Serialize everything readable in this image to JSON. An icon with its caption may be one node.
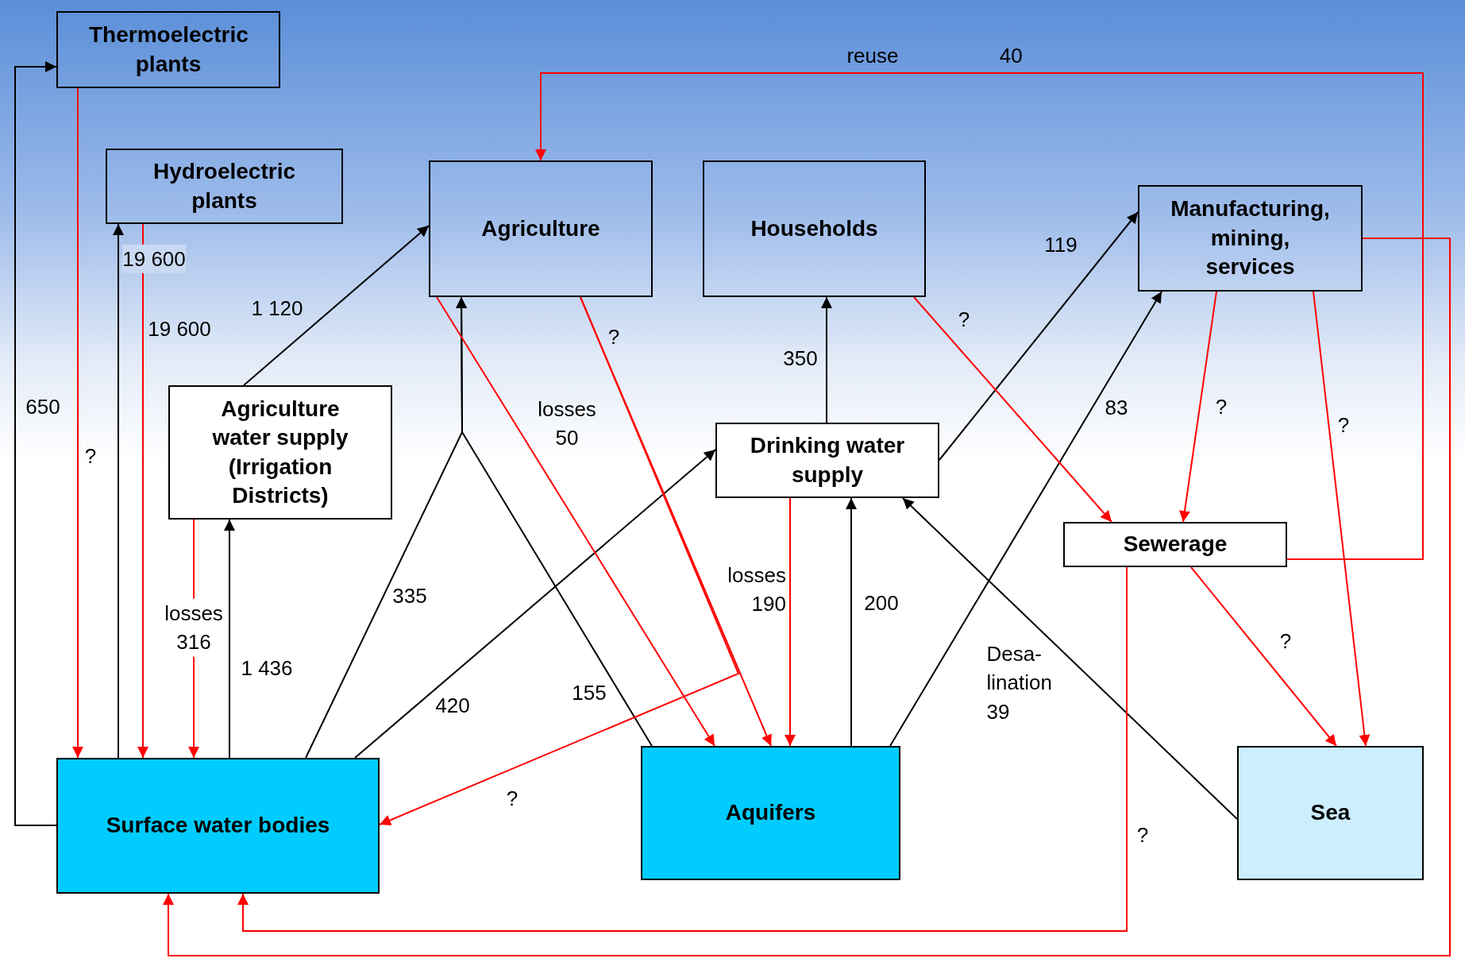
{
  "diagram": {
    "nodes": [
      {
        "text": [
          "Thermoelectric plants"
        ]
      },
      {
        "text": [
          "Hydroelectric plants"
        ]
      },
      {
        "text": [
          "Agriculture"
        ]
      },
      {
        "text": [
          "Households"
        ]
      },
      {
        "text": [
          "Manufacturing, mining, services"
        ]
      },
      {
        "text": [
          "Agriculture water supply (Irrigation Districts)"
        ]
      },
      {
        "text": [
          "Drinking water supply"
        ]
      },
      {
        "text": [
          "Sewerage"
        ]
      },
      {
        "text": [
          "Surface water bodies"
        ]
      },
      {
        "text": [
          "Aquifers"
        ]
      },
      {
        "text": [
          "Sea"
        ]
      }
    ],
    "edges": [
      {
        "from": 8,
        "to": 0,
        "arrow": "to",
        "label": "650",
        "color": "#000000"
      },
      {
        "from": 0,
        "to": 8,
        "arrow": "to",
        "label": "?"
      },
      {
        "from": 8,
        "to": 1,
        "arrow": "to",
        "label": "19 600",
        "color": "#000000"
      },
      {
        "from": 1,
        "to": 8,
        "arrow": "to",
        "label": "19 600"
      },
      {
        "from": 5,
        "to": 8,
        "arrow": "to",
        "label": "losses 316"
      },
      {
        "from": 8,
        "to": 5,
        "arrow": "to",
        "label": "1 436",
        "color": "#000000"
      },
      {
        "from": 5,
        "to": 2,
        "arrow": "to",
        "label": "1 120",
        "color": "#000000"
      },
      {
        "from": 8,
        "to": 2,
        "arrow": "to",
        "label": "335",
        "color": "#000000"
      },
      {
        "from": 9,
        "to": 2,
        "arrow": "to",
        "label": "155",
        "color": "#000000"
      },
      {
        "from": 8,
        "to": 6,
        "arrow": "to",
        "label": "420",
        "color": "#000000"
      },
      {
        "from": 2,
        "to": 9,
        "arrow": "to",
        "label": "losses 50"
      },
      {
        "from": 2,
        "to": 9,
        "arrow": "to",
        "label": "?"
      },
      {
        "from": 2,
        "to": 8,
        "arrow": "to",
        "label": "?"
      },
      {
        "from": 6,
        "to": 9,
        "arrow": "to",
        "label": "losses 190"
      },
      {
        "from": 9,
        "to": 6,
        "arrow": "to",
        "label": "200",
        "color": "#000000"
      },
      {
        "from": 6,
        "to": 3,
        "arrow": "to",
        "label": "350",
        "color": "#000000"
      },
      {
        "from": 6,
        "to": 4,
        "arrow": "to",
        "label": "119",
        "color": "#000000"
      },
      {
        "from": 9,
        "to": 4,
        "arrow": "to",
        "label": "83",
        "color": "#000000"
      },
      {
        "from": 10,
        "to": 6,
        "arrow": "to",
        "label": "Desa- lination 39",
        "color": "#000000"
      },
      {
        "from": 3,
        "to": 7,
        "arrow": "to",
        "label": "?"
      },
      {
        "from": 4,
        "to": 7,
        "arrow": "to",
        "label": "?"
      },
      {
        "from": 4,
        "to": 10,
        "arrow": "to",
        "label": "?"
      },
      {
        "from": 7,
        "to": 10,
        "arrow": "to",
        "label": "?"
      },
      {
        "from": 7,
        "to": 8,
        "arrow": "to",
        "label": "?"
      },
      {
        "from": 7,
        "to": 2,
        "arrow": "to",
        "label": "reuse 40"
      },
      {
        "from": 4,
        "to": 8,
        "arrow": "to"
      }
    ]
  }
}
